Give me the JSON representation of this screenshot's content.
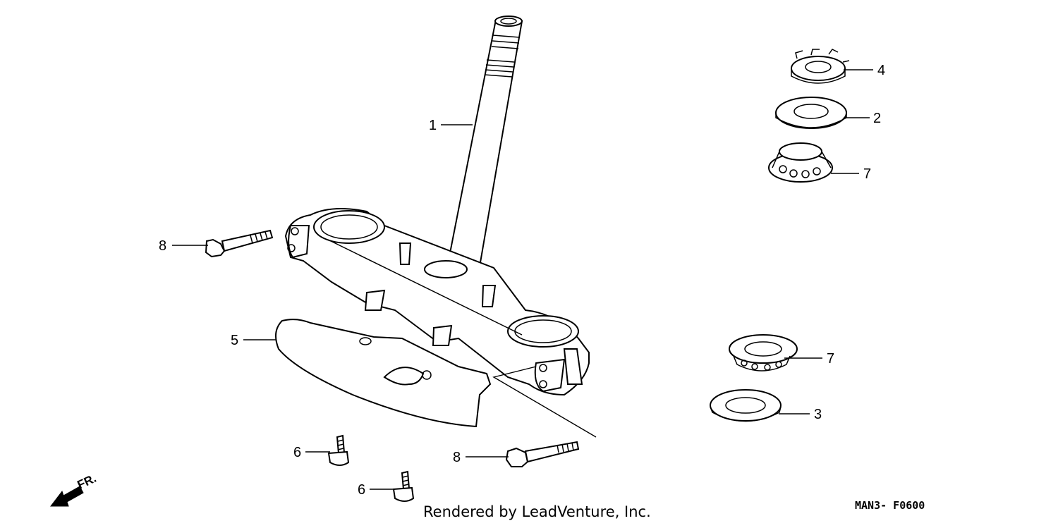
{
  "callouts": {
    "c1": "1",
    "c2": "2",
    "c3": "3",
    "c4": "4",
    "c5": "5",
    "c6a": "6",
    "c6b": "6",
    "c7a": "7",
    "c7b": "7",
    "c8a": "8",
    "c8b": "8"
  },
  "direction_label": "FR.",
  "footer": {
    "credit": "Rendered by LeadVenture, Inc.",
    "diagram_code": "MAN3- F0600"
  }
}
